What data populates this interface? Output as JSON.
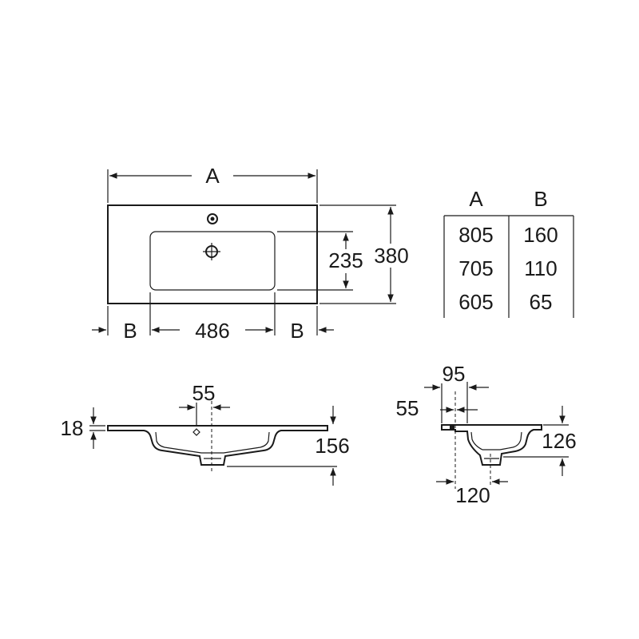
{
  "top_view": {
    "width_label": "A",
    "depth_label": "380",
    "basin_depth_label": "235",
    "basin_width_label": "486",
    "left_side_label": "B",
    "right_side_label": "B"
  },
  "table": {
    "headers": [
      "A",
      "B"
    ],
    "rows": [
      [
        "805",
        "160"
      ],
      [
        "705",
        "110"
      ],
      [
        "605",
        "65"
      ]
    ]
  },
  "front_section": {
    "tap_offset_label": "55",
    "rim_thickness_label": "18",
    "height_label": "156"
  },
  "side_section": {
    "tap_depth_label": "95",
    "tap_offset_label": "55",
    "height_label": "126",
    "drain_offset_label": "120"
  }
}
